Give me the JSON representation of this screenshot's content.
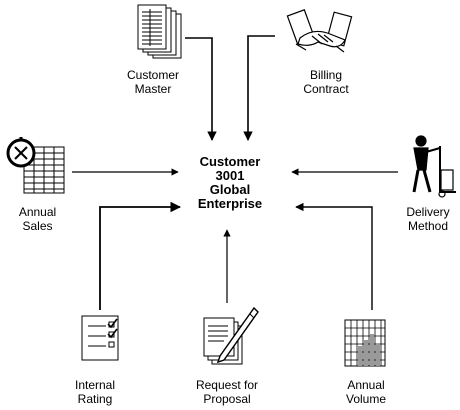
{
  "center": {
    "lines": [
      "Customer",
      "3001",
      "Global",
      "Enterprise"
    ]
  },
  "nodes": {
    "customer_master": {
      "lines": [
        "Customer",
        "Master"
      ],
      "icon": "report-stack-icon"
    },
    "billing_contract": {
      "lines": [
        "Billing",
        "Contract"
      ],
      "icon": "handshake-icon"
    },
    "annual_sales": {
      "lines": [
        "Annual",
        "Sales"
      ],
      "icon": "sales-worksheet-icon"
    },
    "delivery_method": {
      "lines": [
        "Delivery",
        "Method"
      ],
      "icon": "hand-truck-icon"
    },
    "internal_rating": {
      "lines": [
        "Internal",
        "Rating"
      ],
      "icon": "checklist-icon"
    },
    "request_for_proposal": {
      "lines": [
        "Request for",
        "Proposal"
      ],
      "icon": "document-pen-icon"
    },
    "annual_volume": {
      "lines": [
        "Annual",
        "Volume"
      ],
      "icon": "bar-chart-icon"
    }
  }
}
